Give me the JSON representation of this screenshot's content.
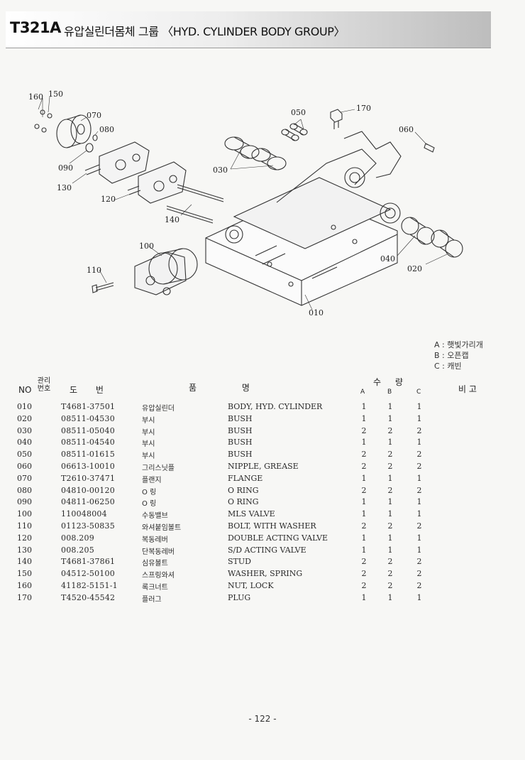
{
  "header": {
    "code": "T321A",
    "title": "유압실린더몸체 그룹 〈HYD. CYLINDER BODY GROUP〉"
  },
  "diagram": {
    "callouts": [
      "160",
      "150",
      "070",
      "080",
      "090",
      "130",
      "120",
      "140",
      "100",
      "110",
      "050",
      "170",
      "060",
      "030",
      "040",
      "020",
      "010"
    ]
  },
  "legend": {
    "items": [
      "A : 햇빛가리개",
      "B : 오픈캡",
      "C : 캐빈"
    ]
  },
  "table": {
    "headers": {
      "no": "NO",
      "gwan": "관리번호",
      "drawing": "도 번",
      "part": "품 명",
      "qty": "수 량",
      "a": "A",
      "b": "B",
      "c": "C",
      "remarks": "비 고"
    },
    "rows": [
      {
        "no": "010",
        "code": "T4681-37501",
        "kr": "유압실린더",
        "en": "BODY, HYD. CYLINDER",
        "a": "1",
        "b": "1",
        "c": "1"
      },
      {
        "no": "020",
        "code": "08511-04530",
        "kr": "부시",
        "en": "BUSH",
        "a": "1",
        "b": "1",
        "c": "1"
      },
      {
        "no": "030",
        "code": "08511-05040",
        "kr": "부시",
        "en": "BUSH",
        "a": "2",
        "b": "2",
        "c": "2"
      },
      {
        "no": "040",
        "code": "08511-04540",
        "kr": "부시",
        "en": "BUSH",
        "a": "1",
        "b": "1",
        "c": "1"
      },
      {
        "no": "050",
        "code": "08511-01615",
        "kr": "부시",
        "en": "BUSH",
        "a": "2",
        "b": "2",
        "c": "2"
      },
      {
        "no": "060",
        "code": "06613-10010",
        "kr": "그리스닛플",
        "en": "NIPPLE, GREASE",
        "a": "2",
        "b": "2",
        "c": "2"
      },
      {
        "no": "070",
        "code": "T2610-37471",
        "kr": "플랜지",
        "en": "FLANGE",
        "a": "1",
        "b": "1",
        "c": "1"
      },
      {
        "no": "080",
        "code": "04810-00120",
        "kr": "O 링",
        "en": "O RING",
        "a": "2",
        "b": "2",
        "c": "2"
      },
      {
        "no": "090",
        "code": "04811-06250",
        "kr": "O 링",
        "en": "O RING",
        "a": "1",
        "b": "1",
        "c": "1"
      },
      {
        "no": "100",
        "code": "110048004",
        "kr": "수동밸브",
        "en": "MLS VALVE",
        "a": "1",
        "b": "1",
        "c": "1"
      },
      {
        "no": "110",
        "code": "01123-50835",
        "kr": "와셔붙임볼트",
        "en": "BOLT, WITH WASHER",
        "a": "2",
        "b": "2",
        "c": "2"
      },
      {
        "no": "120",
        "code": "008.209",
        "kr": "복동레버",
        "en": "DOUBLE ACTING VALVE",
        "a": "1",
        "b": "1",
        "c": "1"
      },
      {
        "no": "130",
        "code": "008.205",
        "kr": "단복동레버",
        "en": "S/D ACTING VALVE",
        "a": "1",
        "b": "1",
        "c": "1"
      },
      {
        "no": "140",
        "code": "T4681-37861",
        "kr": "심유볼트",
        "en": "STUD",
        "a": "2",
        "b": "2",
        "c": "2"
      },
      {
        "no": "150",
        "code": "04512-50100",
        "kr": "스프링와셔",
        "en": "WASHER, SPRING",
        "a": "2",
        "b": "2",
        "c": "2"
      },
      {
        "no": "160",
        "code": "41182-5151-1",
        "kr": "록크너트",
        "en": "NUT, LOCK",
        "a": "2",
        "b": "2",
        "c": "2"
      },
      {
        "no": "170",
        "code": "T4520-45542",
        "kr": "플러그",
        "en": "PLUG",
        "a": "1",
        "b": "1",
        "c": "1"
      }
    ]
  },
  "footer": {
    "page": "- 122 -"
  }
}
